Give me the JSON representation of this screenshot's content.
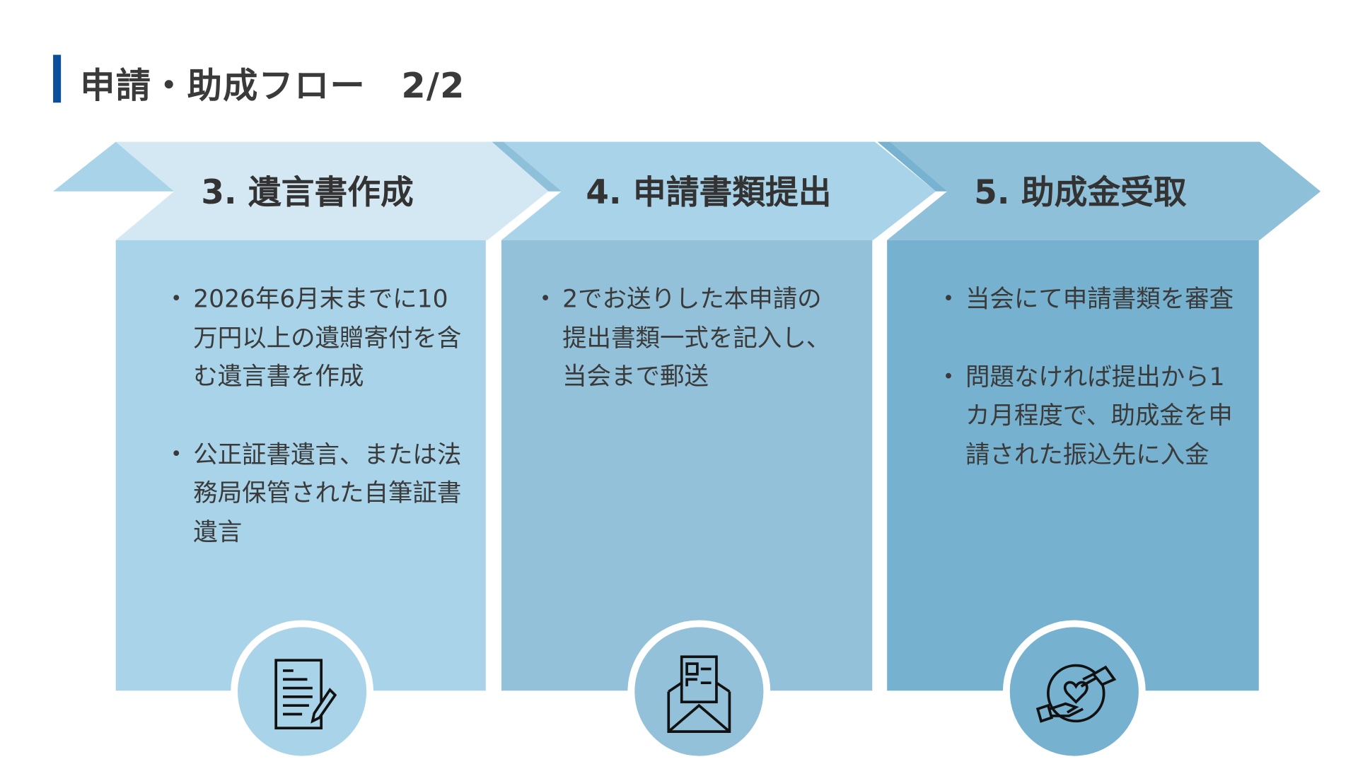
{
  "title": "申請・助成フロー　2/2",
  "steps": [
    {
      "heading": "3. 遺言書作成",
      "bullets": [
        "2026年6月末までに10万円以上の遺贈寄付を含む遺言書を作成",
        "公正証書遺言、または法務局保管された自筆証書遺言"
      ],
      "icon": "document-pen-icon"
    },
    {
      "heading": "4. 申請書類提出",
      "bullets": [
        "2でお送りした本申請の提出書類一式を記入し、当会まで郵送"
      ],
      "icon": "envelope-letter-icon"
    },
    {
      "heading": "5. 助成金受取",
      "bullets": [
        "当会にて申請書類を審査",
        "問題なければ提出から1カ月程度で、助成金を申請された振込先に入金"
      ],
      "icon": "hands-heart-icon"
    }
  ],
  "colors": {
    "accent": "#0b4f9c",
    "panel1": "#a8d3e8",
    "panel2": "#92c1d9",
    "panel3": "#76b1cf",
    "head1": "#d4e8f3",
    "head2": "#a8d3e8",
    "head3": "#8fc0d9"
  }
}
